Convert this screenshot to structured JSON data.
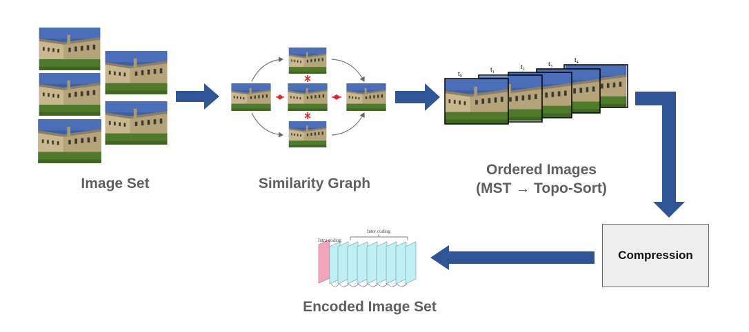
{
  "stages": {
    "image_set": "Image Set",
    "similarity_graph": "Similarity Graph",
    "ordered_title": "Ordered Images",
    "ordered_subtitle": "(MST → Topo-Sort)",
    "compression": "Compression",
    "encoded": "Encoded Image Set"
  },
  "ordered_frames": [
    {
      "t": "t",
      "sub": "0"
    },
    {
      "t": "t",
      "sub": "1"
    },
    {
      "t": "t",
      "sub": "2"
    },
    {
      "t": "t",
      "sub": "3"
    },
    {
      "t": "t",
      "sub": "4"
    }
  ],
  "coding": {
    "intra": "Intra coding",
    "inter": "Inter coding"
  },
  "colors": {
    "arrow": "#2f5597",
    "graph_edge": "#777777",
    "similarity_mark": "#e8262a",
    "intra_frame": "#f3a6bb",
    "inter_frame": "#bff1f4"
  }
}
